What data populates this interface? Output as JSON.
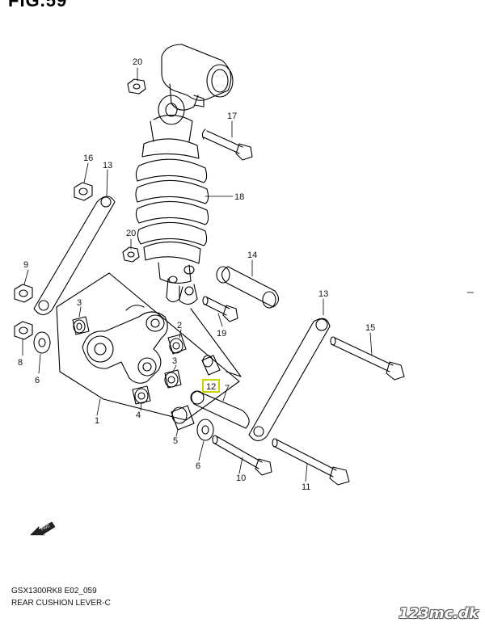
{
  "figure": {
    "title": "FIG.59",
    "model_code": "GSX1300RK8 E02_059",
    "name": "REAR CUSHION LEVER-C"
  },
  "parts": [
    {
      "id": "p1",
      "label": "1"
    },
    {
      "id": "p2",
      "label": "2"
    },
    {
      "id": "p3a",
      "label": "3"
    },
    {
      "id": "p3b",
      "label": "3"
    },
    {
      "id": "p4",
      "label": "4"
    },
    {
      "id": "p5",
      "label": "5"
    },
    {
      "id": "p6a",
      "label": "6"
    },
    {
      "id": "p6b",
      "label": "6"
    },
    {
      "id": "p7",
      "label": "7"
    },
    {
      "id": "p8",
      "label": "8"
    },
    {
      "id": "p9",
      "label": "9"
    },
    {
      "id": "p10",
      "label": "10"
    },
    {
      "id": "p11",
      "label": "11"
    },
    {
      "id": "p12",
      "label": "12"
    },
    {
      "id": "p13a",
      "label": "13"
    },
    {
      "id": "p13b",
      "label": "13"
    },
    {
      "id": "p14",
      "label": "14"
    },
    {
      "id": "p15",
      "label": "15"
    },
    {
      "id": "p16",
      "label": "16"
    },
    {
      "id": "p17",
      "label": "17"
    },
    {
      "id": "p18",
      "label": "18"
    },
    {
      "id": "p19",
      "label": "19"
    },
    {
      "id": "p20a",
      "label": "20"
    },
    {
      "id": "p20b",
      "label": "20"
    }
  ],
  "highlight": {
    "color": "#c8d400"
  },
  "fwd_icon": {
    "name": "forward-arrow-icon",
    "label": "FWD"
  },
  "watermark": {
    "text": "123mc.dk"
  }
}
